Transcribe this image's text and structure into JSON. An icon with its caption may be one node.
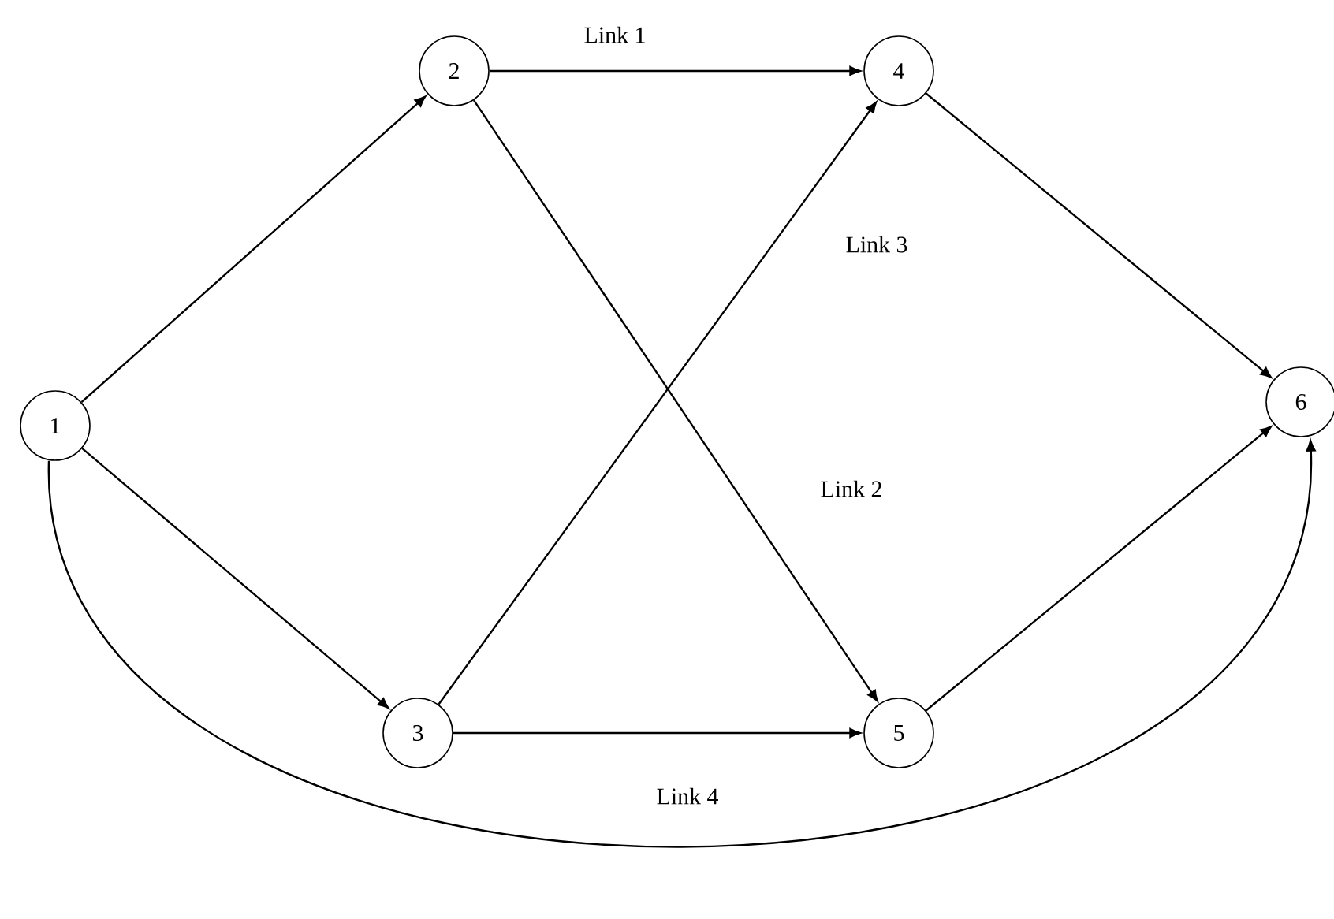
{
  "diagram": {
    "nodes": [
      {
        "text": [
          "1"
        ]
      },
      {
        "text": [
          "2"
        ]
      },
      {
        "text": [
          "3"
        ]
      },
      {
        "text": [
          "4"
        ]
      },
      {
        "text": [
          "5"
        ]
      },
      {
        "text": [
          "6"
        ]
      }
    ],
    "edges": [
      {
        "from": 0,
        "to": 1,
        "arrow": "to"
      },
      {
        "from": 0,
        "to": 2,
        "arrow": "to"
      },
      {
        "from": 1,
        "to": 3,
        "arrow": "to",
        "label": "Link 1"
      },
      {
        "from": 1,
        "to": 4,
        "arrow": "to",
        "label": "Link 2"
      },
      {
        "from": 2,
        "to": 3,
        "arrow": "to",
        "label": "Link 3"
      },
      {
        "from": 2,
        "to": 4,
        "arrow": "to",
        "label": "Link 4"
      },
      {
        "from": 3,
        "to": 5,
        "arrow": "to"
      },
      {
        "from": 4,
        "to": 5,
        "arrow": "to"
      },
      {
        "from": 0,
        "to": 5,
        "arrow": "to"
      }
    ]
  }
}
